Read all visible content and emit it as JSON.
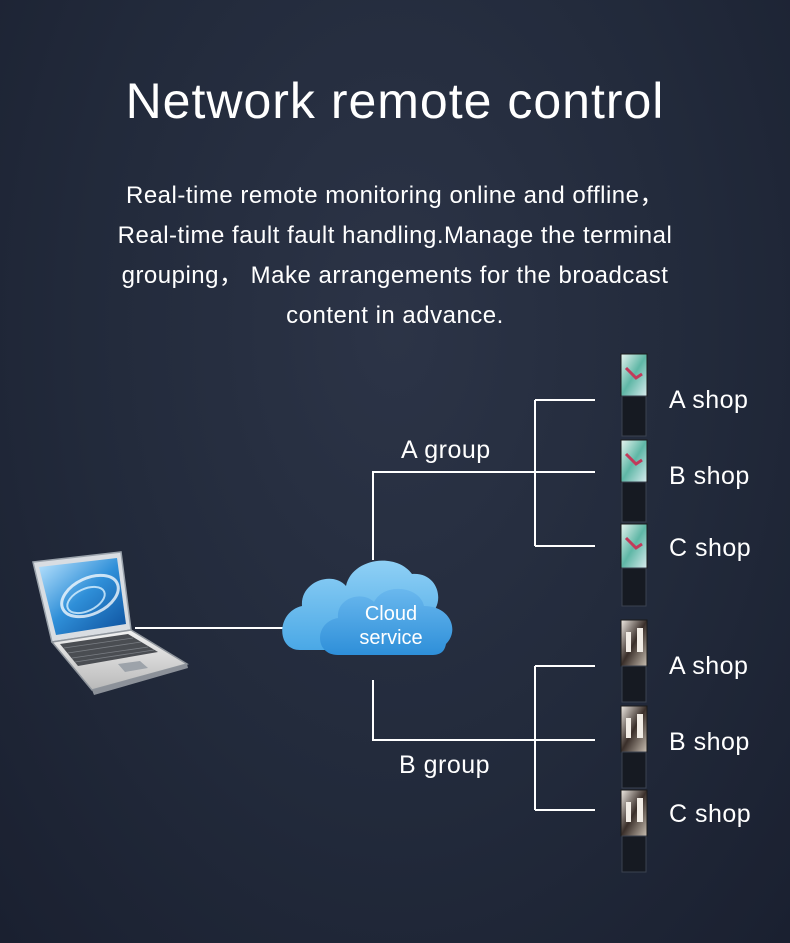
{
  "title": "Network remote control",
  "description": [
    "Real-time remote monitoring online and offline，",
    "Real-time fault fault handling.Manage the terminal",
    "grouping， Make arrangements for the broadcast",
    "content in advance."
  ],
  "cloud": {
    "line1": "Cloud",
    "line2": "service"
  },
  "groups": [
    {
      "label": "A group",
      "shops": [
        "A shop",
        "B shop",
        "C shop"
      ]
    },
    {
      "label": "B group",
      "shops": [
        "A shop",
        "B shop",
        "C shop"
      ]
    }
  ],
  "colors": {
    "line": "#ffffff",
    "cloud_light": "#7cc6f0",
    "cloud_dark": "#3b9de0"
  }
}
